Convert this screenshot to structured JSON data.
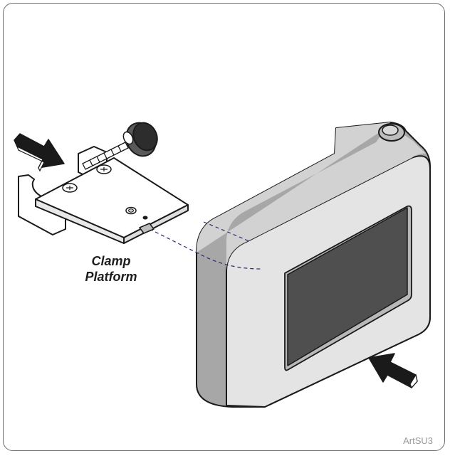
{
  "figure": {
    "callout": {
      "line1": "Clamp",
      "line2": "Platform"
    },
    "art_id": "ArtSU3"
  },
  "colors": {
    "outline": "#1a1a1a",
    "device_body": "#e6e6e6",
    "device_side": "#a9a9a9",
    "screen": "#4f4f4f",
    "arrow": "#1a1a1a"
  },
  "icons": [
    "push-arrow-left",
    "push-arrow-right",
    "thumbscrew-knob"
  ]
}
